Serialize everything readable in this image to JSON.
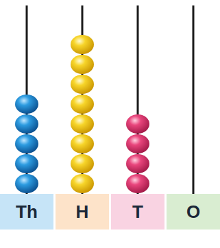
{
  "diagram": {
    "nodes": [
      {
        "text": [
          "Th"
        ]
      },
      {
        "text": [
          "H"
        ]
      },
      {
        "text": [
          "T"
        ]
      },
      {
        "text": [
          "O"
        ]
      }
    ]
  }
}
